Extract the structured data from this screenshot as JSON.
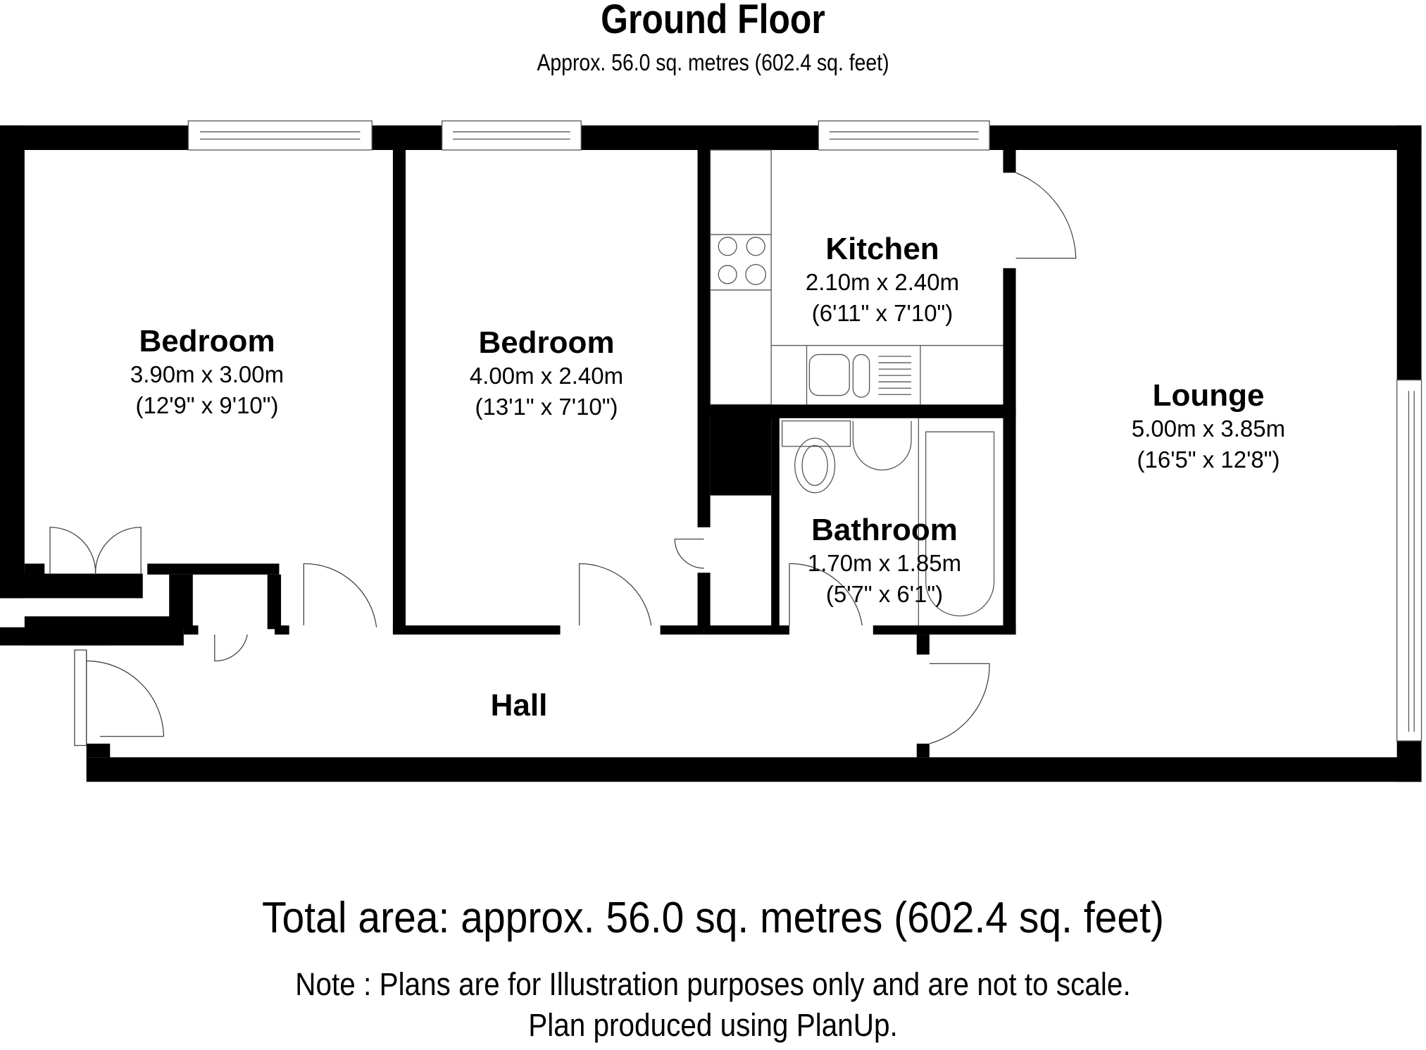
{
  "header": {
    "title": "Ground Floor",
    "subtitle": "Approx.  56.0 sq. metres (602.4 sq. feet)"
  },
  "rooms": [
    {
      "name": "Bedroom",
      "metric": "3.90m x 3.00m",
      "imperial": "(12'9\" x 9'10\")"
    },
    {
      "name": "Bedroom",
      "metric": "4.00m x 2.40m",
      "imperial": "(13'1\" x 7'10\")"
    },
    {
      "name": "Kitchen",
      "metric": "2.10m x 2.40m",
      "imperial": "(6'11\" x 7'10\")"
    },
    {
      "name": "Lounge",
      "metric": "5.00m x 3.85m",
      "imperial": "(16'5\" x 12'8\")"
    },
    {
      "name": "Bathroom",
      "metric": "1.70m x 1.85m",
      "imperial": "(5'7\" x 6'1\")"
    },
    {
      "name": "Hall"
    }
  ],
  "footer": {
    "total_area": "Total area: approx.  56.0 sq. metres (602.4 sq. feet)",
    "note": "Note : Plans are for Illustration purposes only and are not to scale.",
    "credit": "Plan produced using PlanUp."
  },
  "colors": {
    "wall": "#000000",
    "background": "#ffffff",
    "fixture_line": "#555555"
  }
}
